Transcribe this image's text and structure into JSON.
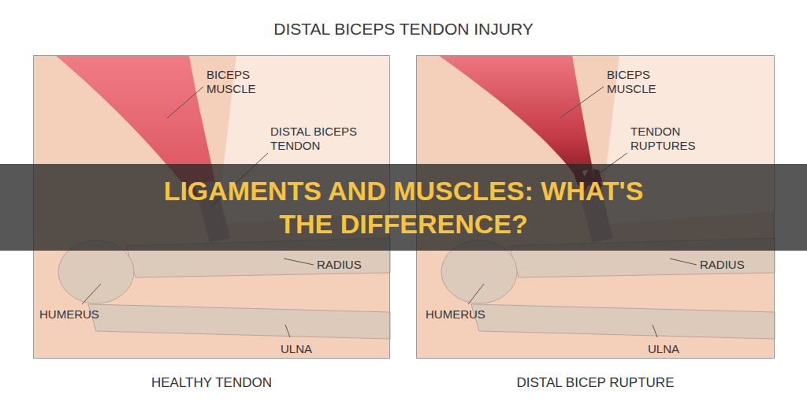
{
  "diagram": {
    "title": "DISTAL BICEPS TENDON INJURY",
    "nodes": [
      {
        "text": [
          "HEALTHY TENDON"
        ]
      },
      {
        "text": [
          "DISTAL BICEP RUPTURE"
        ]
      },
      {
        "text": [
          "LIGAMENTS AND MUSCLES: WHAT'S THE DIFFERENCE?"
        ]
      }
    ],
    "labels": [
      "BICEPS MUSCLE",
      "DISTAL BICEPS TENDON",
      "RADIUS",
      "HUMERUS",
      "ULNA",
      "BICEPS MUSCLE",
      "TENDON RUPTURES",
      "RADIUS",
      "HUMERUS",
      "ULNA"
    ]
  }
}
